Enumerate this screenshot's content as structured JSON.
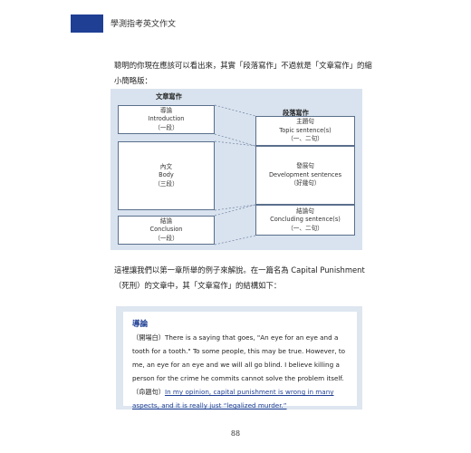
{
  "header": {
    "title": "學測指考英文作文"
  },
  "intro_text": "聰明的你現在應該可以看出來，其實「段落寫作」不過就是「文章寫作」的縮小簡略版：",
  "diagram": {
    "left_title": "文章寫作",
    "right_title": "段落寫作",
    "left_boxes": [
      {
        "zh": "導論",
        "en": "Introduction",
        "note": "（一段）"
      },
      {
        "zh": "內文",
        "en": "Body",
        "note": "（三段）"
      },
      {
        "zh": "結論",
        "en": "Conclusion",
        "note": "（一段）"
      }
    ],
    "right_boxes": [
      {
        "zh": "主題句",
        "en": "Topic sentence(s)",
        "note": "（一、二句）"
      },
      {
        "zh": "發展句",
        "en": "Development sentences",
        "note": "（好幾句）"
      },
      {
        "zh": "結論句",
        "en": "Concluding sentence(s)",
        "note": "（一、二句）"
      }
    ]
  },
  "body_text": "這裡讓我們以第一章所舉的例子來解說。在一篇名為 Capital Punishment（死刑）的文章中，其「文章寫作」的結構如下：",
  "excerpt": {
    "title": "導論",
    "label_open": "（開場白）",
    "text_main": "There is a saying that goes, \"An eye for an eye and a tooth for a tooth.\" To some people, this may be true. However, to me, an eye for an eye and we will all go blind. I believe killing a person for the crime he commits cannot solve the problem itself.",
    "label_thesis": "（命題句）",
    "text_thesis": "In my opinion, capital punishment is wrong in many aspects, and it is really just “legalized murder.”"
  },
  "page_number": "88",
  "colors": {
    "accent": "#1f3f94",
    "diagram_bg": "#d9e3ef",
    "excerpt_bg": "#dee6f0"
  }
}
